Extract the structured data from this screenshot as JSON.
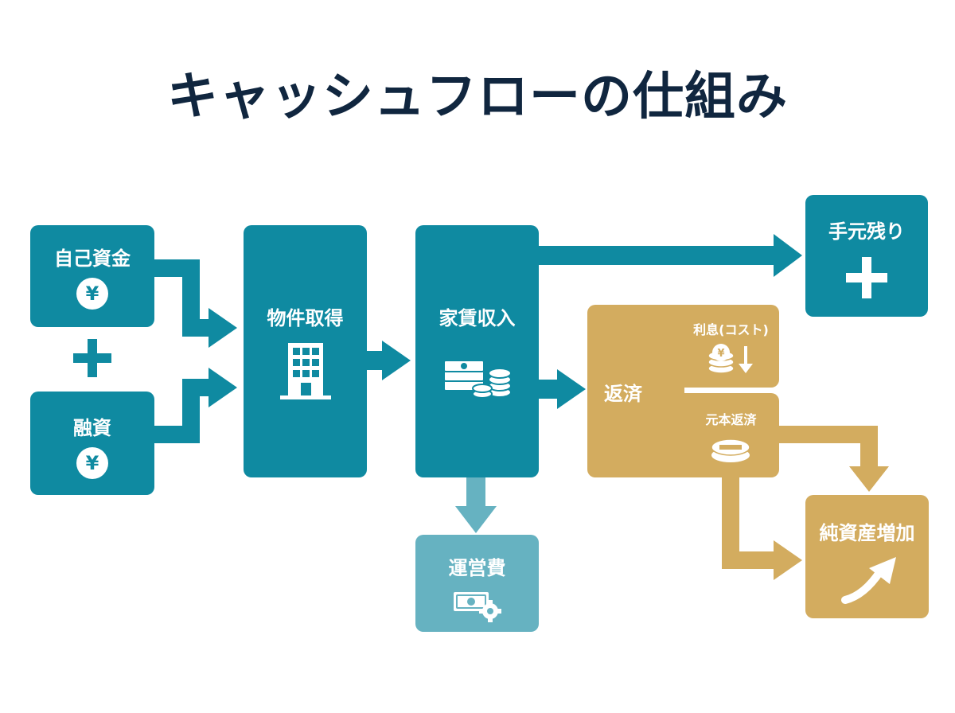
{
  "title": "キャッシュフローの仕組み",
  "colors": {
    "teal": "#0f8aa1",
    "light_teal": "#66b2c1",
    "gold": "#d3ac5f",
    "navy": "#10263f"
  },
  "nodes": {
    "own_funds": {
      "label": "自己資金",
      "icon": "yen-coin-icon"
    },
    "loan": {
      "label": "融資",
      "icon": "yen-coin-icon"
    },
    "acquisition": {
      "label": "物件取得",
      "icon": "building-icon"
    },
    "rent_income": {
      "label": "家賃収入",
      "icon": "cash-stack-icon"
    },
    "operating_cost": {
      "label": "運営費",
      "icon": "money-gear-icon"
    },
    "remaining": {
      "label": "手元残り",
      "icon": "plus-icon"
    },
    "repayment": {
      "label": "返済"
    },
    "interest": {
      "label": "利息(コスト)",
      "icon": "coin-down-icon"
    },
    "principal": {
      "label": "元本返済",
      "icon": "coin-minus-icon"
    },
    "net_asset": {
      "label": "純資産増加",
      "icon": "growth-arrow-icon"
    }
  },
  "plus_between_sources": "+"
}
